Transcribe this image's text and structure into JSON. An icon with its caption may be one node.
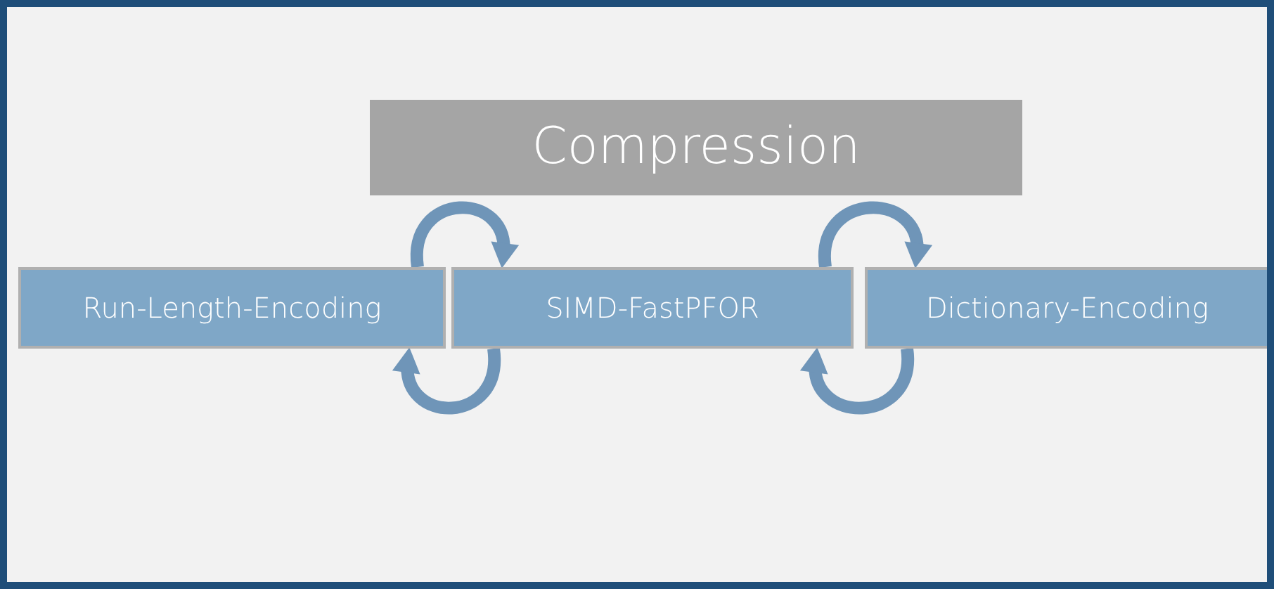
{
  "diagram": {
    "nodes": [
      {
        "text": [
          "Compression"
        ]
      },
      {
        "text": [
          "Run-Length-Encoding"
        ]
      },
      {
        "text": [
          "SIMD-FastPFOR"
        ]
      },
      {
        "text": [
          "Dictionary-Encoding"
        ]
      }
    ],
    "edges": [
      {
        "from": 1,
        "to": 2,
        "arrow": "to"
      },
      {
        "from": 2,
        "to": 1,
        "arrow": "to"
      },
      {
        "from": 2,
        "to": 3,
        "arrow": "to"
      },
      {
        "from": 3,
        "to": 2,
        "arrow": "to"
      }
    ]
  }
}
